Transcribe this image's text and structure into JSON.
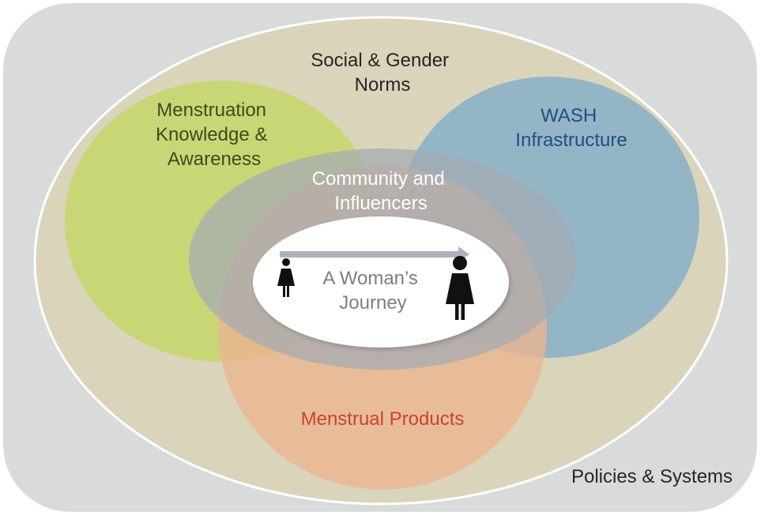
{
  "colors": {
    "outer_box": "#d9dbda",
    "social_norms": "#dad4bb",
    "knowledge": "#c6d66a",
    "wash": "#86afc8",
    "products": "#ebb591",
    "community": "#a4abb3",
    "journey": "#ffffff",
    "arrow": "#aeb2ba",
    "label_dark": "#262626",
    "label_knowledge": "#3f4a1c",
    "label_wash": "#1f4e87",
    "label_products": "#c8452a",
    "label_community": "#ffffff",
    "label_journey": "#7f7f7f",
    "figure": "#111111"
  },
  "labels": {
    "policies": "Policies & Systems",
    "social_norms": [
      "Social & Gender",
      "Norms"
    ],
    "knowledge": [
      "Menstruation",
      "Knowledge &",
      "Awareness"
    ],
    "wash": [
      "WASH",
      "Infrastructure"
    ],
    "community": [
      "Community and",
      "Influencers"
    ],
    "journey": [
      "A Woman’s",
      "Journey"
    ],
    "products": "Menstrual Products"
  },
  "icons": {
    "small_figure": "woman-figure-icon",
    "large_figure": "woman-figure-icon",
    "arrow": "arrow-right-icon"
  }
}
